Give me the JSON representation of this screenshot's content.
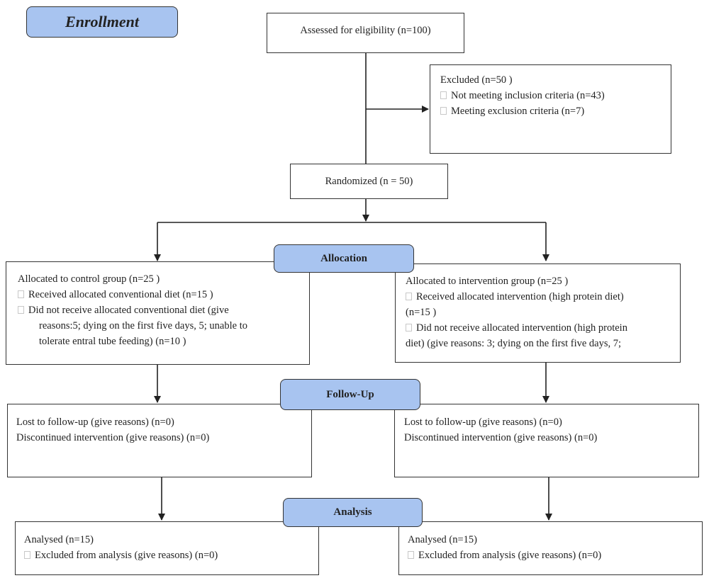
{
  "stages": {
    "enrollment": "Enrollment",
    "allocation": "Allocation",
    "follow_up": "Follow-Up",
    "analysis": "Analysis"
  },
  "assessed": "Assessed for eligibility (n=100)",
  "excluded": {
    "title": "Excluded  (n=50   )",
    "items": [
      "Not meeting inclusion criteria (n=43)",
      "Meeting exclusion criteria (n=7)"
    ]
  },
  "randomized": "Randomized (n = 50)",
  "allocation_control": {
    "title": "Allocated to control group (n=25  )",
    "received": "Received allocated conventional diet (n=15  )",
    "not_received": "Did not receive allocated conventional diet (give",
    "reasons_line1": "reasons:5; dying on the first five days, 5; unable to",
    "reasons_line2": "tolerate entral tube feeding) (n=10  )"
  },
  "allocation_intervention": {
    "title": "Allocated to intervention group (n=25  )",
    "received": "Received allocated intervention (high protein diet)",
    "received_n": "(n=15  )",
    "not_received": "Did not receive allocated intervention (high protein",
    "reasons_line1": "diet) (give reasons: 3; dying on the first five days, 7;"
  },
  "followup_control": {
    "lost": "Lost to follow-up (give reasons) (n=0)",
    "discontinued": "Discontinued intervention (give reasons) (n=0)"
  },
  "followup_intervention": {
    "lost": "Lost to follow-up (give reasons) (n=0)",
    "discontinued": "Discontinued intervention (give reasons) (n=0)"
  },
  "analysis_control": {
    "analysed": "Analysed  (n=15)",
    "excluded": "Excluded from analysis (give reasons) (n=0)"
  },
  "analysis_intervention": {
    "analysed": "Analysed  (n=15)",
    "excluded": "Excluded from analysis (give reasons) (n=0)"
  }
}
